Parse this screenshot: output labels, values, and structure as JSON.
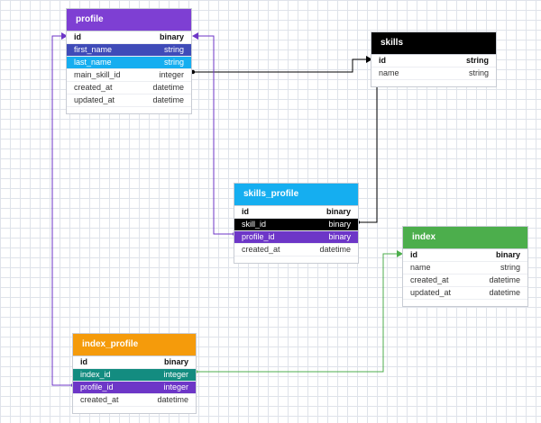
{
  "colors": {
    "purple": "#7e3fd3",
    "indigo": "#3f4bb8",
    "cyan": "#15aef0",
    "black": "#000000",
    "green": "#4cae4c",
    "orange": "#f59b0b",
    "teal": "#138c80",
    "violet": "#6d36c7"
  },
  "tables": {
    "profile": {
      "title": "profile",
      "columns": [
        {
          "name": "id",
          "type": "binary"
        },
        {
          "name": "first_name",
          "type": "string"
        },
        {
          "name": "last_name",
          "type": "string"
        },
        {
          "name": "main_skill_id",
          "type": "integer"
        },
        {
          "name": "created_at",
          "type": "datetime"
        },
        {
          "name": "updated_at",
          "type": "datetime"
        }
      ]
    },
    "skills": {
      "title": "skills",
      "columns": [
        {
          "name": "id",
          "type": "string"
        },
        {
          "name": "name",
          "type": "string"
        }
      ]
    },
    "skills_profile": {
      "title": "skills_profile",
      "columns": [
        {
          "name": "id",
          "type": "binary"
        },
        {
          "name": "skill_id",
          "type": "binary"
        },
        {
          "name": "profile_id",
          "type": "binary"
        },
        {
          "name": "created_at",
          "type": "datetime"
        }
      ]
    },
    "index": {
      "title": "index",
      "columns": [
        {
          "name": "id",
          "type": "binary"
        },
        {
          "name": "name",
          "type": "string"
        },
        {
          "name": "created_at",
          "type": "datetime"
        },
        {
          "name": "updated_at",
          "type": "datetime"
        }
      ]
    },
    "index_profile": {
      "title": "index_profile",
      "columns": [
        {
          "name": "id",
          "type": "binary"
        },
        {
          "name": "index_id",
          "type": "integer"
        },
        {
          "name": "profile_id",
          "type": "integer"
        },
        {
          "name": "created_at",
          "type": "datetime"
        }
      ]
    }
  },
  "relations": [
    {
      "from": "profile.main_skill_id",
      "to": "skills.id",
      "color": "#000000"
    },
    {
      "from": "skills_profile.skill_id",
      "to": "skills.id",
      "color": "#000000"
    },
    {
      "from": "skills_profile.profile_id",
      "to": "profile.id",
      "color": "#6d36c7"
    },
    {
      "from": "index_profile.profile_id",
      "to": "profile.id",
      "color": "#6d36c7"
    },
    {
      "from": "index_profile.index_id",
      "to": "index.id",
      "color": "#4cae4c"
    }
  ]
}
